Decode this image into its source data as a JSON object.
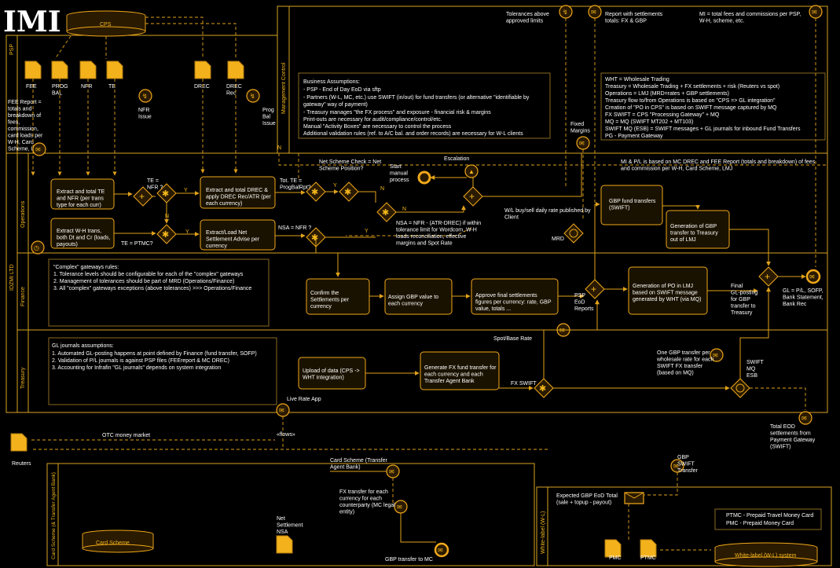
{
  "logo": "IMI",
  "lanes": {
    "psp": "PSP",
    "mgmt": "Management Control",
    "ops": "Operations",
    "finance": "Finance",
    "company": "IDZMI LTD",
    "treasury": "Treasury",
    "cardscheme": "Card Scheme (& Transfer Agent Bank)",
    "whitelabel": "White-label (W-L)"
  },
  "stores": {
    "cps": "CPS",
    "card_scheme": "Card Scheme",
    "wl_system": "White-label (W-L) system"
  },
  "docs": {
    "fee": "FEE",
    "prog_bal": "PROG BAL",
    "nfr": "NFR",
    "te": "TE",
    "drec": "DREC",
    "drec_rec": "DREC Rec",
    "reuters": "Reuters",
    "pmc": "PMC",
    "ptmc": "PTMC",
    "net_settlement_nsa": "Net Settlement NSA"
  },
  "tasks": {
    "extract_te_nfr": "Extract and total TE and NFR (per trans type for each curr)",
    "extract_wh": "Extract W-H trans, both Dt and Cr (loads, payouts)",
    "extract_drec": "Extract and total DREC & apply DREC Rec/ATR (per each currency)",
    "extract_load_net": "Extract/Load Net Settlement Advise per currency",
    "confirm_settlements": "Confirm the Settlements per currency",
    "assign_gbp": "Assign GBP value to each currency",
    "approve_final": "Approve final settlements figures per currency: rate, GBP value, totals ...",
    "gbp_fund_transfers": "GBP fund transfers (SWIFT)",
    "generation_gbp": "Generation of GBP transfer to Treasury out of LMJ",
    "generation_po": "Generation of PO in LMJ based on SWIFT message generated by WHT (via MQ)",
    "upload_data": "Upload of data (CPS -> WHT integration)",
    "generate_fx": "Generate FX fund transfer for each currency and each Transfer Agent Bank"
  },
  "labels": {
    "fee_report": "FEE Report = totals and breakdown of fees, commission, card loads per W-H, Card Scheme, LMJ",
    "nfr_issue": "NFR Issue",
    "prog_bal_issue": "Prog Bal Issue",
    "te_nfr_q": "TE = NFR ?",
    "te_ptmc_q": "TE = PTMC?",
    "tot_te_q": "Tot. TE = ProgBalRpt?",
    "nsa_nfr_q": "NSA = NFR ?",
    "net_scheme_check": "Net Scheme Check = Net Scheme Position?",
    "nsa_formula": "NSA = NFR - (ATR-DREC) if within tolerance limit for Wordcom, W-H loads reconciliation, effective margins and Spot Rate",
    "start_manual": "Start manual process",
    "escalation": "Escalation",
    "tolerances": "Tolerances above approved limits",
    "report_settlements": "Report with settlements totals: FX & GBP",
    "mi_total": "MI = total fees and commissions per PSP, W-H, scheme, etc.",
    "fixed_margins": "Fixed Margins",
    "mi_pl": "MI & P/L is based on MC DREC and FEE Report (totals and breakdown) of fees and commission per W-H, Card Scheme, LMJ",
    "wl_rate": "W/L buy/sell daily rate published by Client",
    "mrd": "MRD",
    "psp_eod": "PSP EoD Reports",
    "final_gl": "Final GL-posting for GBP transfer to Treasury",
    "gl_result": "GL = P/L, SOFP, Bank Statement, Bank Rec",
    "spot_base": "Spot/Base Rate",
    "one_gbp": "One GBP transfer per wholesale rate for each SWIFT FX transfer (based on MQ)",
    "fx_swift": "FX SWIFT",
    "swift_mq_esb": "SWIFT MQ ESB",
    "total_eod": "Total EOD settlements from Payment Gateway (SWIFT)",
    "live_rate": "Live Rate App",
    "otc": "OTC money market",
    "flows": "«flows»",
    "card_scheme_tab": "Card Scheme (Transfer Agent Bank)",
    "fx_transfer": "FX transfer for each currency for each counterparty (MC legal entity)",
    "gbp_swift": "GBP SWIFT Transfer",
    "expected_gbp": "Expected GBP EoD Total (sale + topup - payout)",
    "gbp_to_mc": "GBP transfer to MC",
    "y": "Y",
    "n": "N"
  },
  "notes": {
    "business": [
      "Business Assumptions:",
      "- PSP - End of Day EoD via sftp",
      "- Partners (W-L, MC, etc.) use SWIFT (in/out) for fund transfers (or alternative \"identifiable by",
      "gateway\" way of payment)",
      "- Treasury manages \"the FX process\" and exposure - financial risk & margins",
      "Print-outs are necessary for audit/compliance/control/etc.",
      "Manual \"Activity Boxes\" are necessary to control the process",
      "Additional validation rules (ref. to A/C bal. and order records) are necessary for W-L clients"
    ],
    "glossary": [
      "WHT = Wholesale Trading",
      "Treasury = Wholesale Trading + FX settlements + risk (Reuters vs spot)",
      "Operations = LMJ (MRD=rates + GBP settlements)",
      "Treasury flow to/from Operations is based on \"CPS => GL integration\"",
      "Creation of \"PO in CPS\" is based on SWIFT message captured by MQ",
      "FX SWIFT = CPS \"Processing Gateway\" + MQ",
      "MQ = MQ (SWIFT MT202 + MT103)",
      "SWIFT MQ (ESB) = SWIFT messages + GL journals for inbound Fund Transfers",
      "PG - Payment Gateway"
    ],
    "complex": [
      "\"Complex\" gateways rules:",
      "1. Tolerance levels should be configurable for each of the \"complex\" gateways",
      "2. Management of tolerances should be part of MRD (Operations/Finance)",
      "3. All \"complex\" gateways exceptions (above tolerances) >>> Operations/Finance"
    ],
    "gl": [
      "GL journals assumptions:",
      "1. Automated GL-posting happens at point defined by Finance (fund transfer, SOFP)",
      "2. Validation of P/L journals is against PSP files (FEEreport & MC DREC)",
      "3. Accounting for Infrafin \"GL journals\" depends on system integration"
    ],
    "pmc": [
      "PTMC - Prepaid Travel Money Card",
      "PMC - Prepaid Money Card"
    ]
  }
}
